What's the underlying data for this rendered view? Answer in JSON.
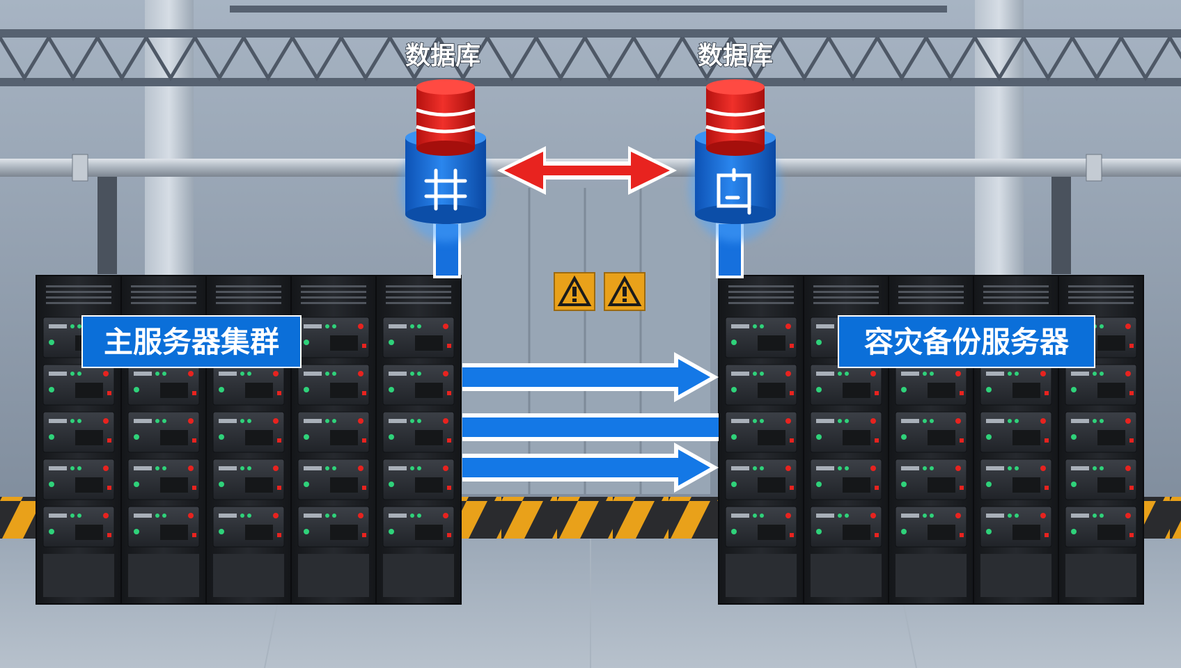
{
  "databases": {
    "left": {
      "label": "数据库",
      "icon": "grid-symbol-icon"
    },
    "right": {
      "label": "数据库",
      "icon": "clipboard-symbol-icon"
    }
  },
  "clusters": {
    "primary": {
      "label": "主服务器集群"
    },
    "backup": {
      "label": "容灾备份服务器"
    }
  },
  "sync_arrow": {
    "type": "bidirectional",
    "color": "#e8231f"
  },
  "replication_arrows": {
    "count": 3,
    "direction": "primary-to-backup",
    "color": "#1478e6"
  },
  "warning_signs": {
    "count": 2,
    "icon": "warning-icon"
  },
  "colors": {
    "label_bg": "#0b6fd9",
    "database_top": "#e0201b",
    "database_base": "#1a6fdc",
    "rack": "#1e2024",
    "hazard_yellow": "#e9a11a"
  }
}
